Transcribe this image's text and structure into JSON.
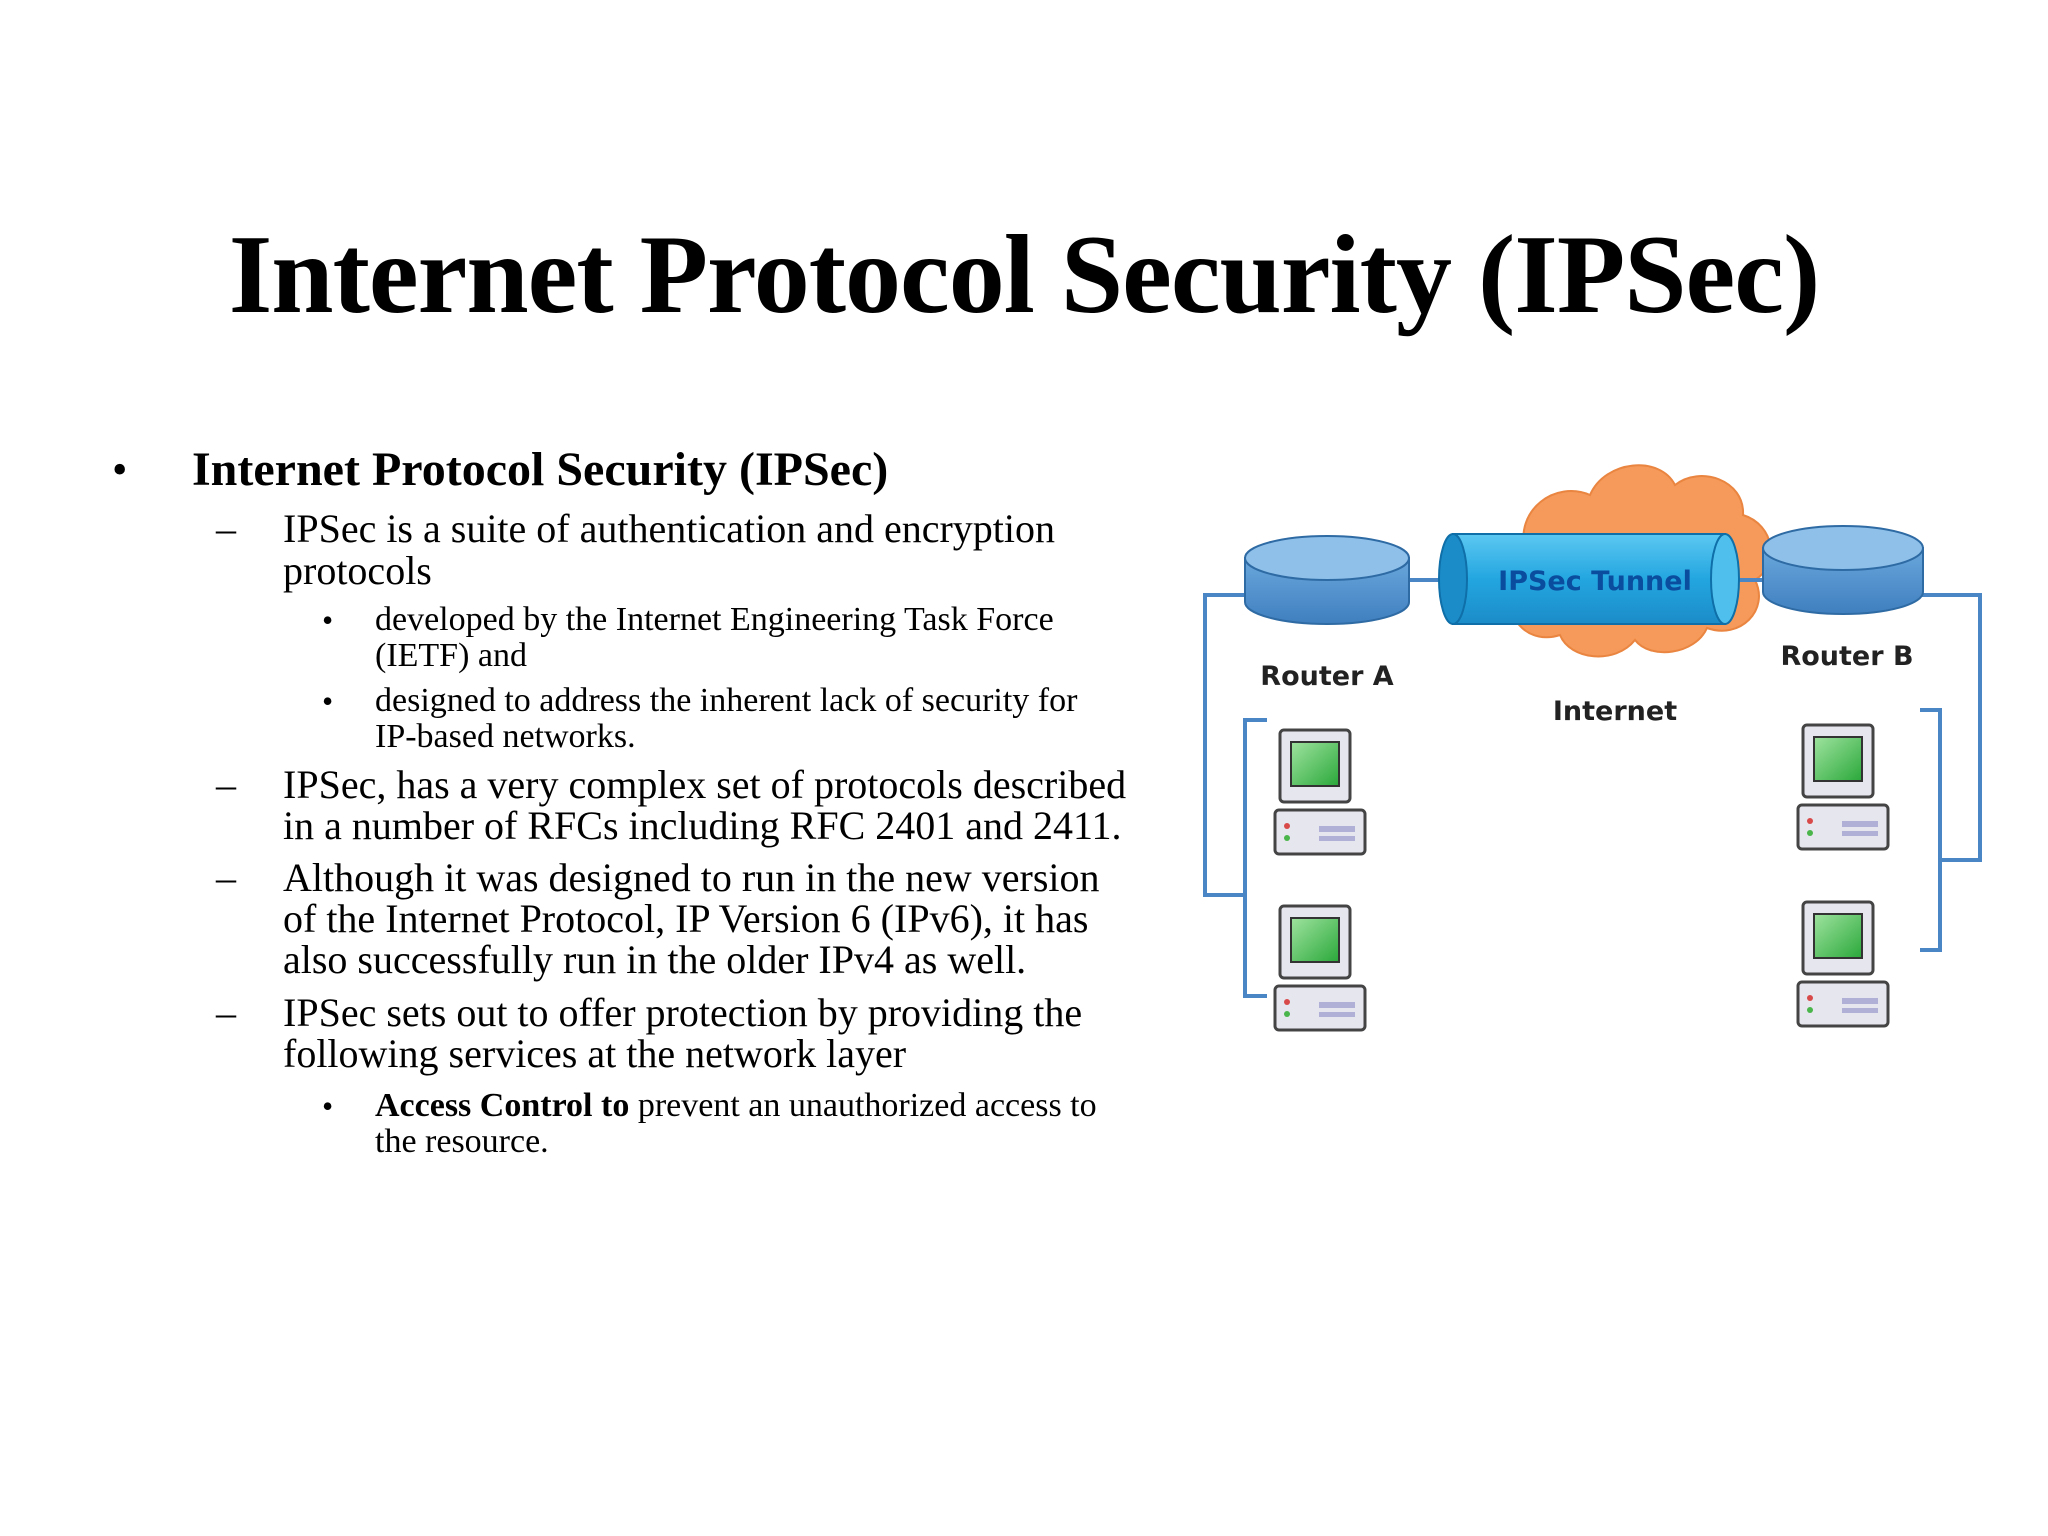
{
  "slide": {
    "title": "Internet Protocol Security (IPSec)"
  },
  "bullets": {
    "l1_marker": "•",
    "l2_marker": "–",
    "l3_marker": "•",
    "heading": "Internet Protocol Security (IPSec)",
    "item1": {
      "line1": "IPSec is a suite of authentication and encryption",
      "line2": "protocols",
      "sub1": {
        "line1": "developed by the Internet Engineering Task Force",
        "line2": "(IETF) and"
      },
      "sub2": {
        "line1": "designed to address the inherent lack of security for",
        "line2": "IP-based networks."
      }
    },
    "item2": {
      "line1": "IPSec, has a very complex set of protocols described",
      "line2": "in a number of RFCs including RFC 2401 and 2411."
    },
    "item3": {
      "line1": "Although it was designed to run in the new version",
      "line2": "of the Internet Protocol, IP Version 6 (IPv6), it has",
      "line3": "also successfully run in the older IPv4 as well."
    },
    "item4": {
      "line1": "IPSec sets out to offer protection by providing the",
      "line2": "following services at the network layer",
      "sub1": {
        "bold_part": "Access Control to",
        "rest_line1": " prevent an unauthorized access to",
        "line2": "the resource."
      }
    }
  },
  "diagram": {
    "tunnel_label": "IPSec Tunnel",
    "router_a_label": "Router A",
    "router_b_label": "Router B",
    "internet_label": "Internet",
    "colors": {
      "router": "#5b9bd5",
      "router_dark": "#2e6aa3",
      "tunnel": "#2aa8e0",
      "cloud": "#f59a5a",
      "link": "#4a86c5",
      "screen": "#3cb84a"
    }
  }
}
